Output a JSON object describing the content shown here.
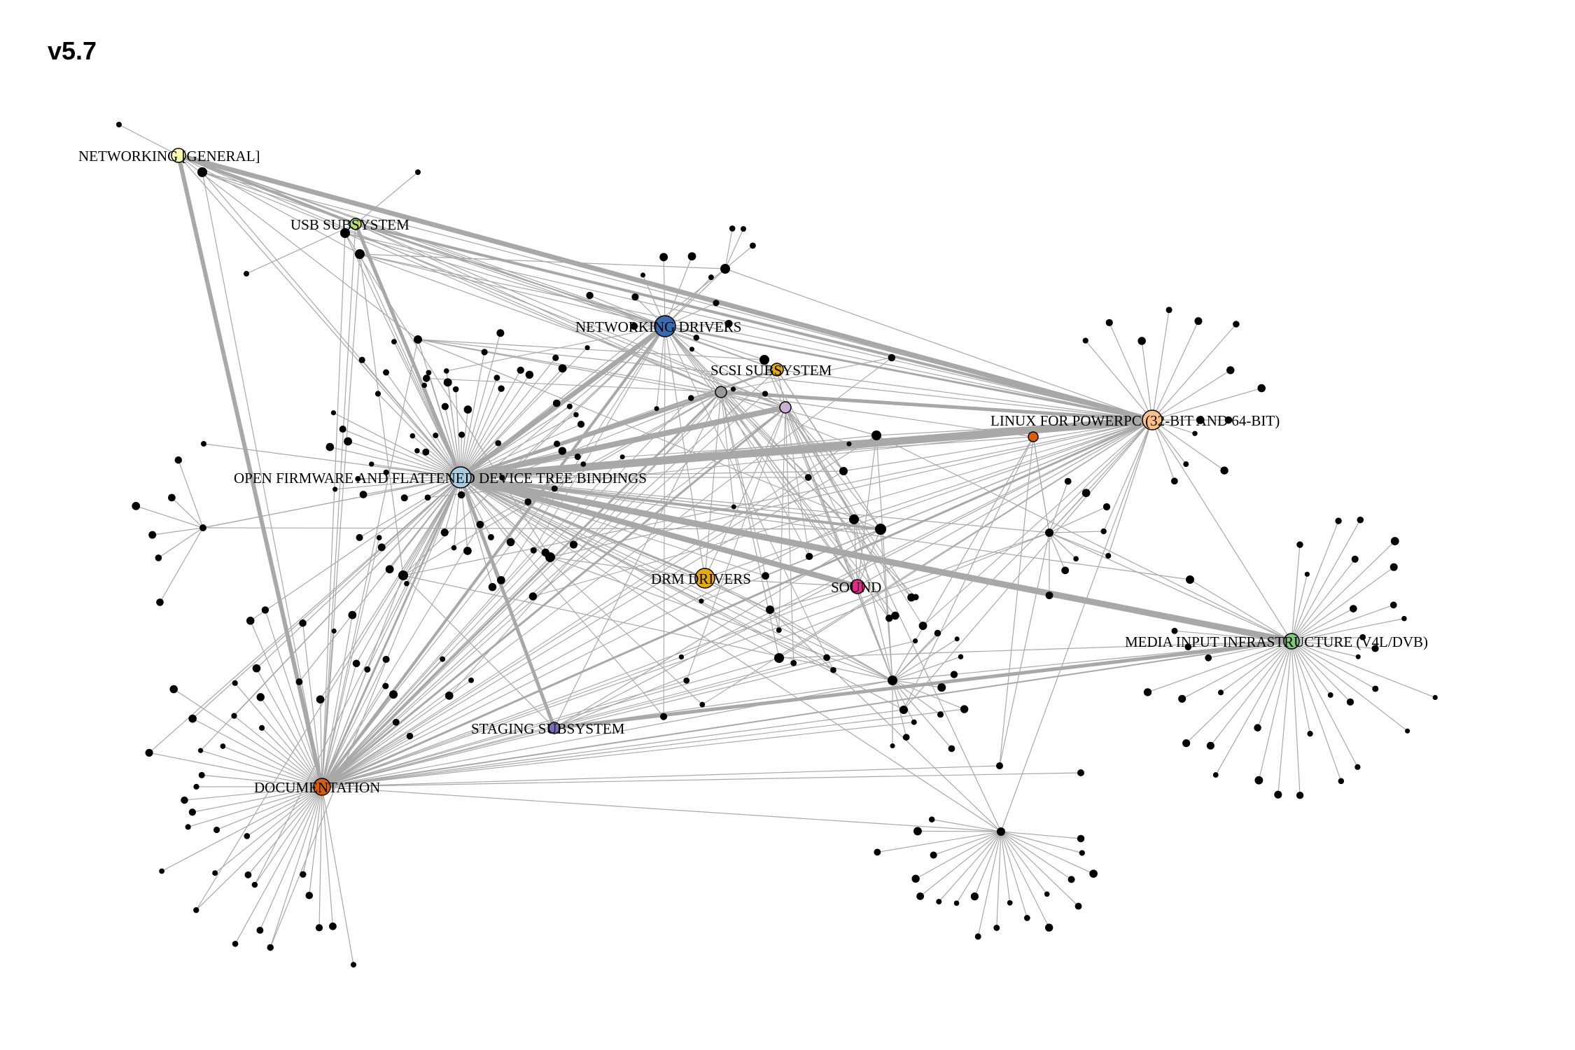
{
  "title": "v5.7",
  "edge_color": "#a8a8a8",
  "node_border": "#000000",
  "hubs": [
    {
      "id": "net",
      "label": "NETWORKING [GENERAL]",
      "color": "#ffffb3"
    },
    {
      "id": "usb",
      "label": "USB SUBSYSTEM",
      "color": "#b3de69"
    },
    {
      "id": "netdrv",
      "label": "NETWORKING DRIVERS",
      "color": "#386cb0"
    },
    {
      "id": "scsi",
      "label": "SCSI SUBSYSTEM",
      "color": "#e6ab02"
    },
    {
      "id": "ppc",
      "label": "LINUX FOR POWERPC (32-BIT AND 64-BIT)",
      "color": "#fdc086"
    },
    {
      "id": "of",
      "label": "OPEN FIRMWARE AND FLATTENED DEVICE TREE BINDINGS",
      "color": "#a6cee3"
    },
    {
      "id": "drm",
      "label": "DRM DRIVERS",
      "color": "#e6ab02"
    },
    {
      "id": "sound",
      "label": "SOUND",
      "color": "#e7298a"
    },
    {
      "id": "media",
      "label": "MEDIA INPUT INFRASTRUCTURE (V4L/DVB)",
      "color": "#7fc97f"
    },
    {
      "id": "staging",
      "label": "STAGING SUBSYSTEM",
      "color": "#7570b3"
    },
    {
      "id": "doc",
      "label": "DOCUMENTATION",
      "color": "#d95f02"
    },
    {
      "id": "u1",
      "label": "",
      "color": "#999999"
    },
    {
      "id": "u2",
      "label": "",
      "color": "#cab2d6"
    },
    {
      "id": "u3",
      "label": "",
      "color": "#d95f02"
    }
  ]
}
